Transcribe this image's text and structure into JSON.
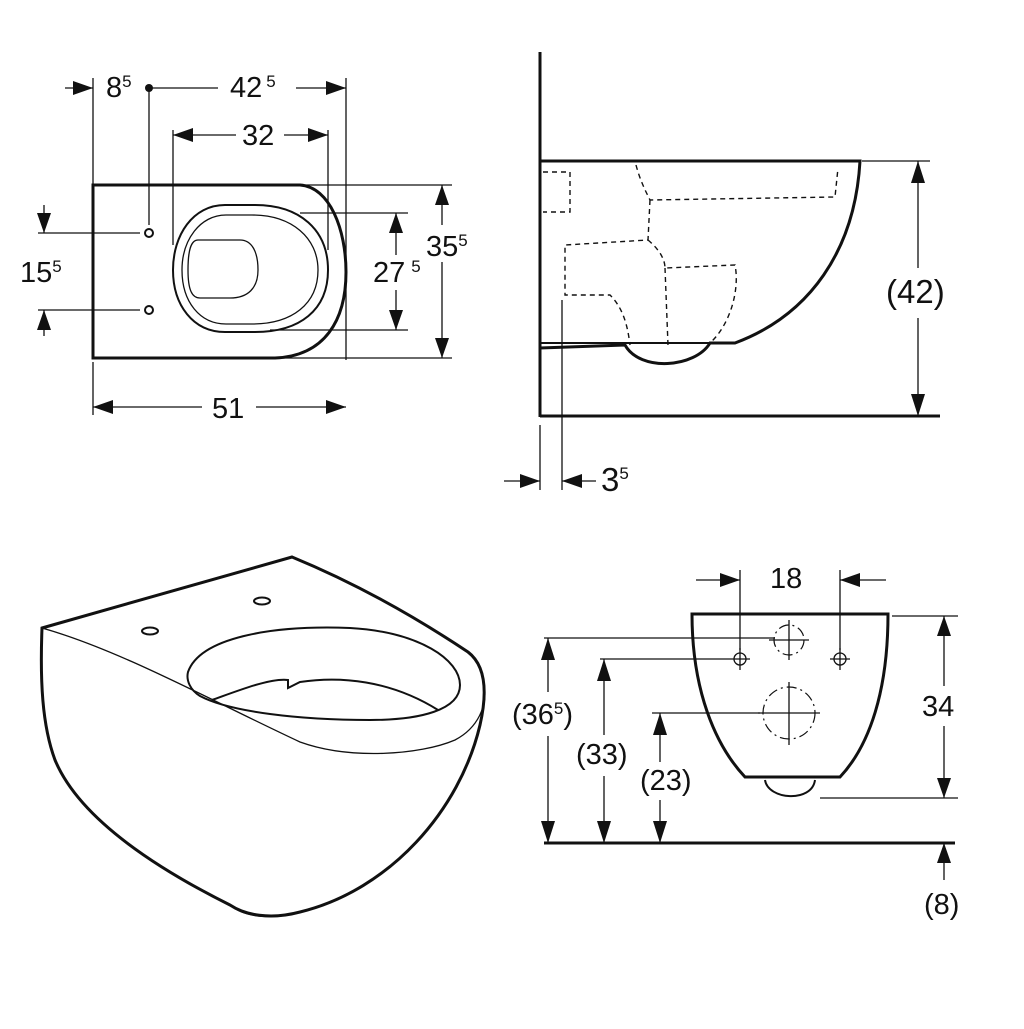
{
  "top_view": {
    "dim_offset": {
      "main": "8",
      "sup": "5"
    },
    "dim_hole_depth": {
      "main": "42",
      "sup": "5"
    },
    "dim_opening_width": {
      "main": "32"
    },
    "dim_hole_spacing": {
      "main": "15",
      "sup": "5"
    },
    "dim_opening_length": {
      "main": "27",
      "sup": "5"
    },
    "dim_width": {
      "main": "35",
      "sup": "5"
    },
    "dim_length": {
      "main": "51"
    }
  },
  "side_view": {
    "dim_height": {
      "main": "(42)"
    },
    "dim_wall_gap": {
      "main": "3",
      "sup": "5"
    }
  },
  "rear_view": {
    "dim_bolt_spacing": {
      "main": "18"
    },
    "dim_total_height": {
      "main": "34"
    },
    "dim_top_height": {
      "main": "(36",
      "sup": "5",
      "tail": ")"
    },
    "dim_bolt_height": {
      "main": "(33)"
    },
    "dim_outlet_height": {
      "main": "(23)"
    },
    "dim_floor_offset": {
      "main": "(8)"
    }
  }
}
